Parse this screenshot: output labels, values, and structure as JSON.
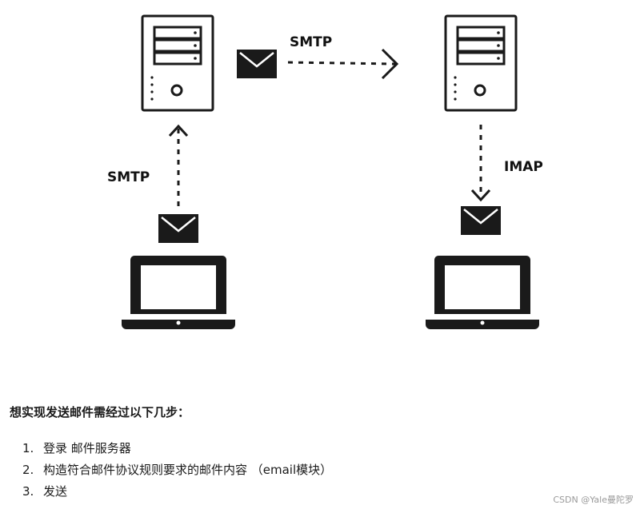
{
  "diagram": {
    "labels": {
      "smtp_top": "SMTP",
      "smtp_left": "SMTP",
      "imap_right": "IMAP"
    },
    "icons": [
      "server-icon",
      "server-icon",
      "mail-icon",
      "mail-icon",
      "mail-icon",
      "laptop-icon",
      "laptop-icon"
    ],
    "ink_color": "#1a1a1a"
  },
  "text": {
    "intro": "想实现发送邮件需经过以下几步：",
    "steps": [
      {
        "num": "1.",
        "label": "登录 邮件服务器"
      },
      {
        "num": "2.",
        "label": "构造符合邮件协议规则要求的邮件内容 （email模块）"
      },
      {
        "num": "3.",
        "label": "发送"
      }
    ]
  },
  "watermark": "CSDN @Yale曼陀罗"
}
